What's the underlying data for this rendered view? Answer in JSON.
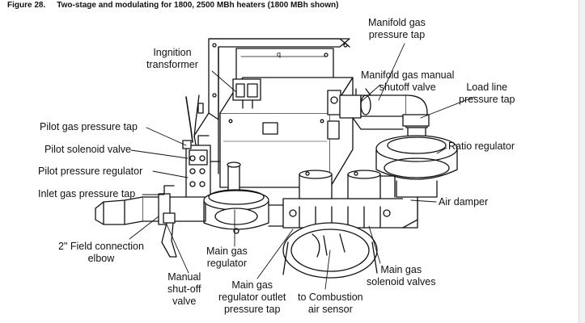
{
  "figure": {
    "number": "Figure 28.",
    "title": "Two-stage and modulating for 1800, 2500 MBh heaters (1800 MBh shown)"
  },
  "callouts": {
    "manifold_gas_pressure_tap": [
      "Manifold gas",
      "pressure tap"
    ],
    "ignition_transformer": [
      "Ingnition",
      "transformer"
    ],
    "manifold_manual_shutoff": [
      "Manifold gas manual",
      "shutoff valve"
    ],
    "load_line_pressure_tap": [
      "Load line",
      "pressure tap"
    ],
    "pilot_gas_pressure_tap": "Pilot gas pressure tap",
    "pilot_solenoid_valve": "Pilot solenoid valve",
    "ratio_regulator": "Ratio regulator",
    "pilot_pressure_regulator": "Pilot pressure regulator",
    "inlet_gas_pressure_tap": "Inlet gas pressure tap",
    "air_damper": "Air damper",
    "field_connection_elbow": [
      "2\" Field connection",
      "elbow"
    ],
    "main_gas_regulator": [
      "Main gas",
      "regulator"
    ],
    "main_gas_solenoid_valves": [
      "Main gas",
      "solenoid valves"
    ],
    "manual_shutoff_valve": [
      "Manual",
      "shut-off",
      "valve"
    ],
    "regulator_outlet_pressure_tap": [
      "Main gas",
      "regulator outlet",
      "pressure tap"
    ],
    "combustion_air_sensor": [
      "to Combustion",
      "air sensor"
    ],
    "panel_mark": "q"
  }
}
